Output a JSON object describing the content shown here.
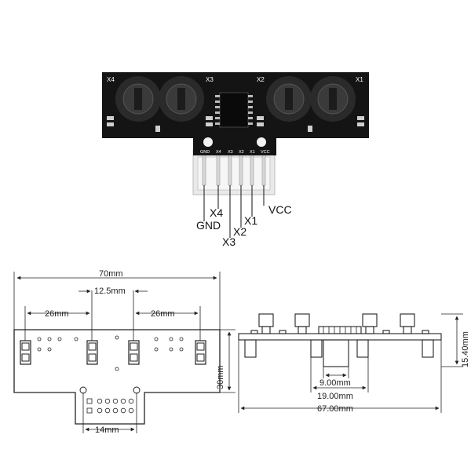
{
  "board": {
    "silk_labels": [
      "X4",
      "X3",
      "X2",
      "X1"
    ],
    "header_pins": [
      "GND",
      "X4",
      "X3",
      "X2",
      "X1",
      "VCC"
    ]
  },
  "pin_callouts": {
    "vcc": "VCC",
    "x1": "X1",
    "x4": "X4",
    "x2": "X2",
    "gnd": "GND",
    "x3": "X3"
  },
  "top_view_dimensions": {
    "total_width": "70mm",
    "center_spacing": "12.5mm",
    "left_spacing": "26mm",
    "right_spacing": "26mm",
    "height": "30mm",
    "tab_width": "14mm"
  },
  "side_view_dimensions": {
    "height": "15.40mm",
    "inner_width": "9.00mm",
    "mid_width": "19.00mm",
    "total_width": "67.00mm"
  }
}
